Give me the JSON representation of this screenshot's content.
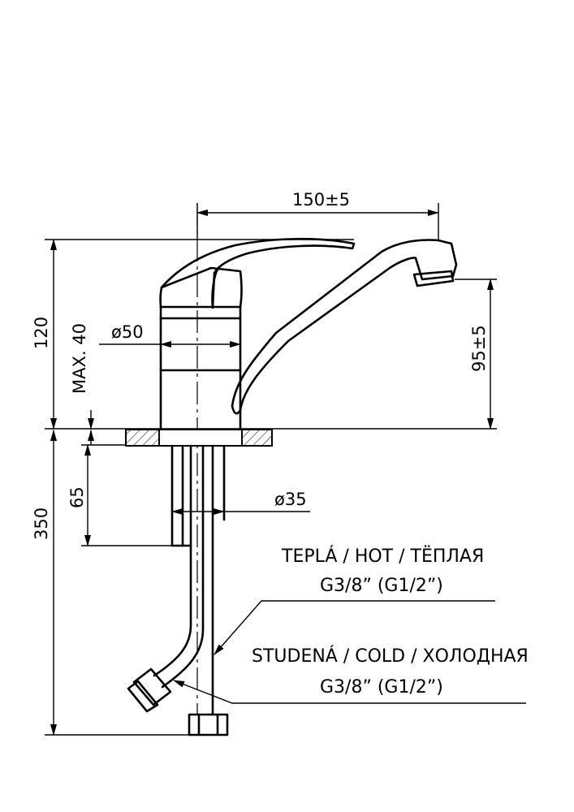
{
  "dimensions": {
    "spout_reach": "150±5",
    "total_height": "120",
    "max_thickness": "MAX. 40",
    "body_diameter": "ø50",
    "spout_height": "95±5",
    "hose_length": "350",
    "shank_length": "65",
    "shank_diameter": "ø35"
  },
  "labels": {
    "hot_line1": "TEPLÁ / HOT / TЁПЛАЯ",
    "hot_line2": "G3/8” (G1/2”)",
    "cold_line1": "STUDENÁ / COLD / ХОЛОДНАЯ",
    "cold_line2": "G3/8” (G1/2”)"
  }
}
